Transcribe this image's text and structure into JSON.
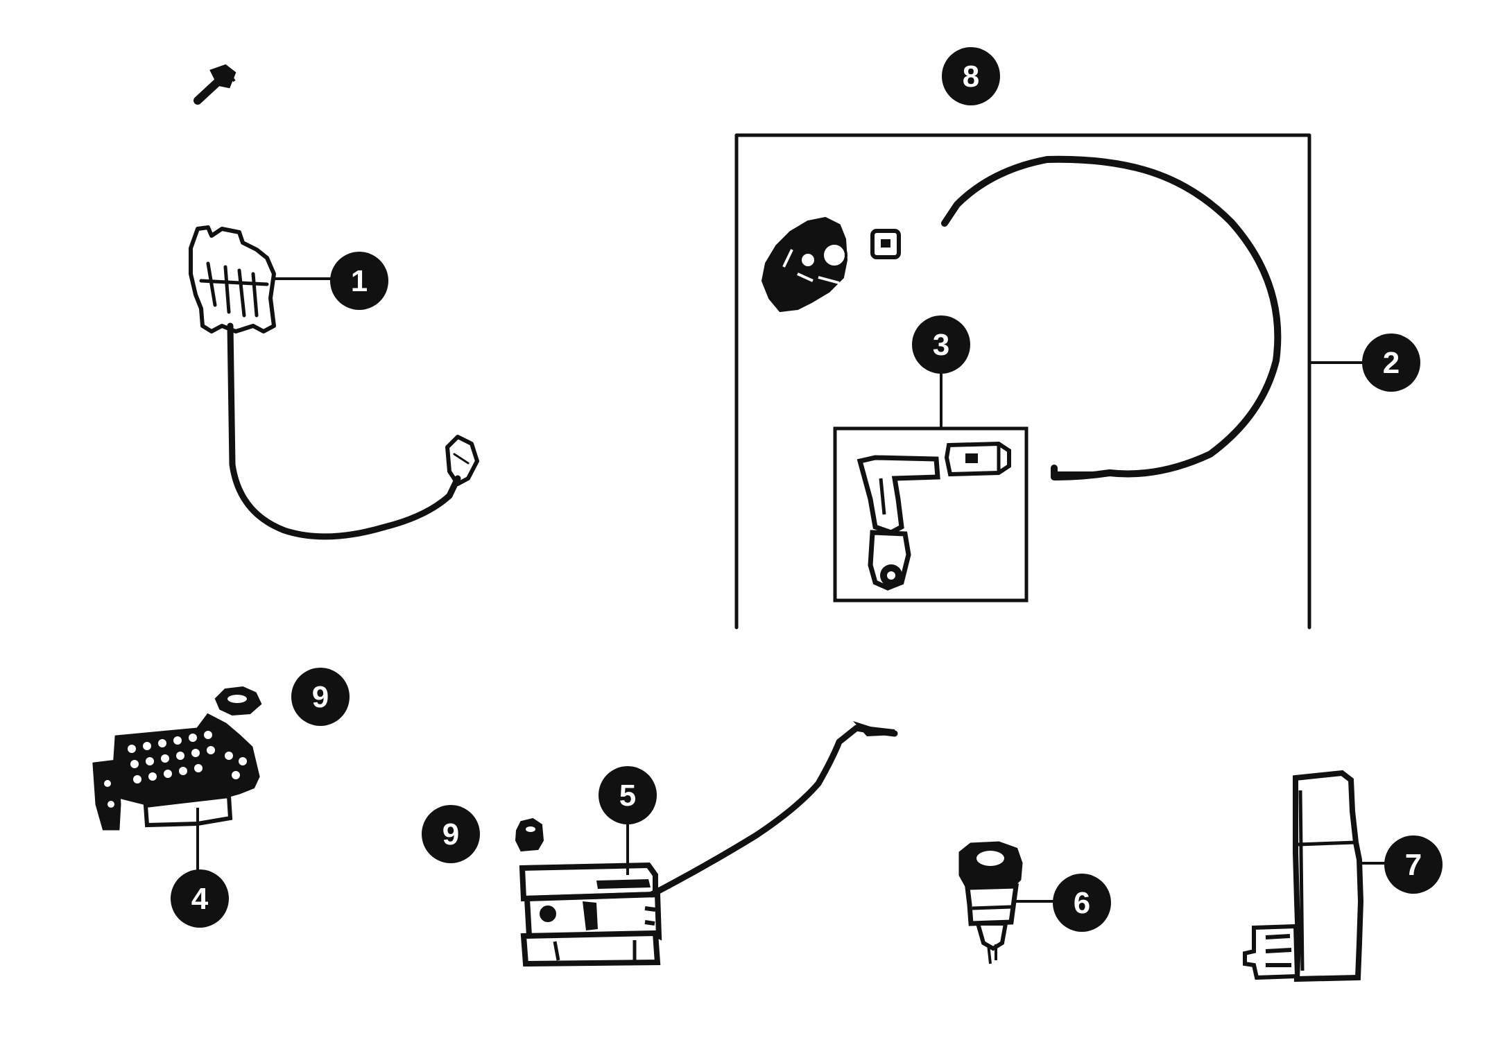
{
  "diagram": {
    "callouts": [
      {
        "id": "1",
        "label": "1"
      },
      {
        "id": "2",
        "label": "2"
      },
      {
        "id": "3",
        "label": "3"
      },
      {
        "id": "4",
        "label": "4"
      },
      {
        "id": "5",
        "label": "5"
      },
      {
        "id": "6",
        "label": "6"
      },
      {
        "id": "7",
        "label": "7"
      },
      {
        "id": "8",
        "label": "8"
      },
      {
        "id": "9a",
        "label": "9"
      },
      {
        "id": "9b",
        "label": "9"
      }
    ]
  },
  "colors": {
    "line": "#111111",
    "callout_fill": "#111111",
    "callout_text": "#ffffff",
    "background": "#ffffff"
  }
}
